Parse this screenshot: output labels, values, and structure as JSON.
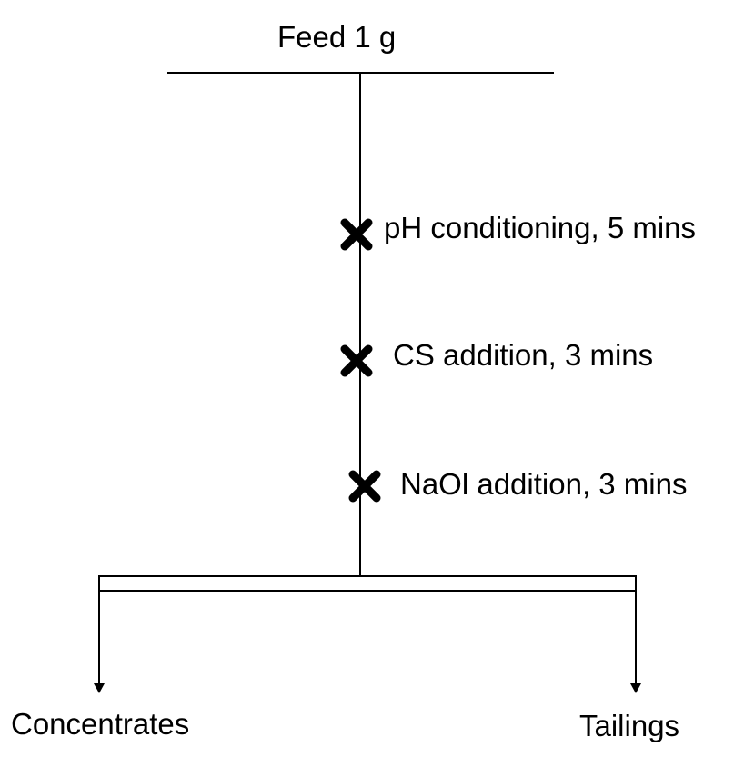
{
  "feed": {
    "label": "Feed 1 g"
  },
  "steps": [
    {
      "label": "pH conditioning, 5 mins"
    },
    {
      "label": "CS addition, 3 mins"
    },
    {
      "label": "NaOl addition, 3 mins"
    }
  ],
  "outputs": {
    "left": "Concentrates",
    "right": "Tailings"
  },
  "marker_icon": "x-mark-icon"
}
